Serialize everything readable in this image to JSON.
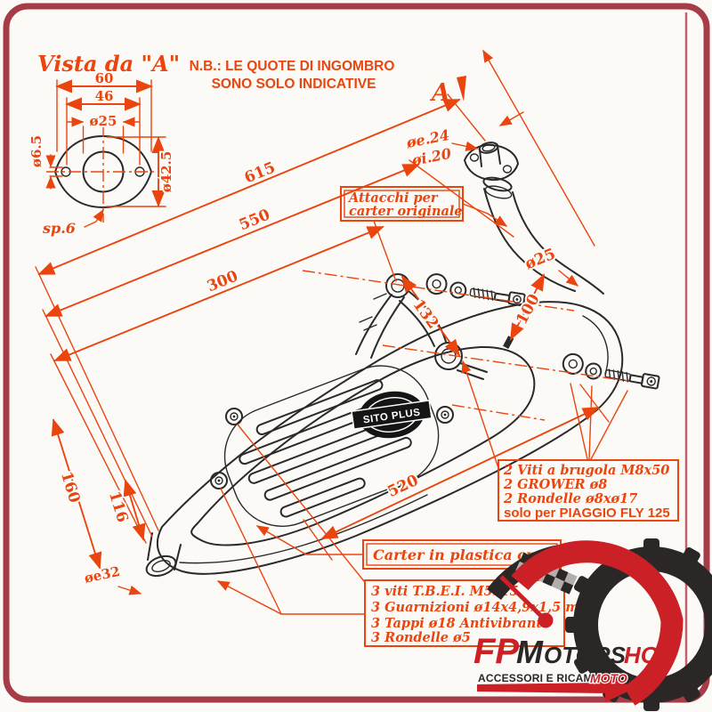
{
  "frame": {
    "border_color": "#a63c47",
    "paper": "#fbfaf7",
    "accent": "#ea450e"
  },
  "title": "Vista da \"A\"",
  "note": {
    "line1": "N.B.: LE QUOTE DI INGOMBRO",
    "line2": "SONO SOLO INDICATIVE"
  },
  "view_arrow_label": "A",
  "flange_dims": {
    "width": "60",
    "bolt_spacing": "46",
    "bore": "ø25",
    "hole": "ø6.5",
    "height": "ø42.5",
    "thickness": "sp.6"
  },
  "inlet_dims": {
    "outer": "øe.24",
    "inner": "øi.20"
  },
  "dims": {
    "total_length": "615",
    "mid_length": "550",
    "short_length": "300",
    "bracket_span": "132",
    "bracket_offset": "100",
    "pipe_diameter": "ø25",
    "body_length": "520",
    "tail_height": "160",
    "tail_inner": "116",
    "outlet_diameter": "øe32"
  },
  "box_attacchi": {
    "line1": "Attacchi per",
    "line2": "carter originale"
  },
  "box_kit": {
    "line1": "2 Viti a brugola M8x50",
    "line2": "2 GROWER ø8",
    "line3": "2 Rondelle ø8xø17",
    "line4": "solo per PIAGGIO FLY 125"
  },
  "box_carter": {
    "line1": "Carter in plastica cromato"
  },
  "box_parts": {
    "line1": "3 viti T.B.E.I.  M5x15",
    "line2": "3 Guarnizioni ø14x4,9x1,5 mm",
    "line3": "3 Tappi ø18 Antivibranti",
    "line4": "3 Rondelle ø5"
  },
  "badge": {
    "label": "SITO PLUS"
  },
  "logo": {
    "fp": "FP",
    "m": "M",
    "otors": "OTORS",
    "hop": "HOP",
    "tagline": "ACCESSORI E RICAMBI",
    "moto": "MOTO",
    "red": "#cb2026",
    "black": "#2b2727"
  }
}
